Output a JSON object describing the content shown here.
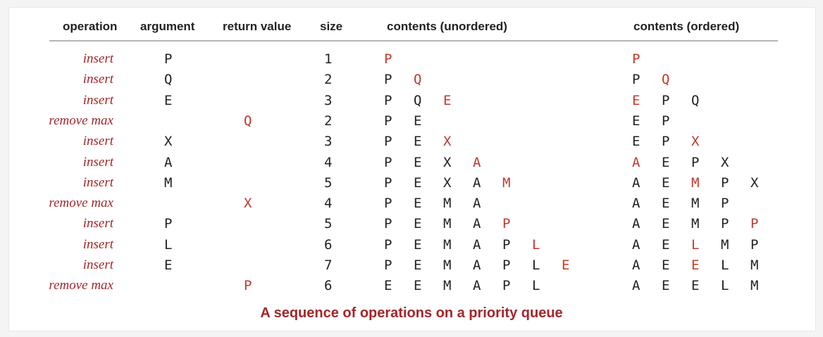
{
  "headers": {
    "operation": "operation",
    "argument": "argument",
    "return_value": "return value",
    "size": "size",
    "contents_unordered": "contents (unordered)",
    "contents_ordered": "contents (ordered)"
  },
  "rows": [
    {
      "op": "insert",
      "arg": "P",
      "ret": "",
      "size": "1",
      "unordered": [
        {
          "c": "P",
          "h": true
        }
      ],
      "ordered": [
        {
          "c": "P",
          "h": true
        }
      ]
    },
    {
      "op": "insert",
      "arg": "Q",
      "ret": "",
      "size": "2",
      "unordered": [
        {
          "c": "P",
          "h": false
        },
        {
          "c": "Q",
          "h": true
        }
      ],
      "ordered": [
        {
          "c": "P",
          "h": false
        },
        {
          "c": "Q",
          "h": true
        }
      ]
    },
    {
      "op": "insert",
      "arg": "E",
      "ret": "",
      "size": "3",
      "unordered": [
        {
          "c": "P",
          "h": false
        },
        {
          "c": "Q",
          "h": false
        },
        {
          "c": "E",
          "h": true
        }
      ],
      "ordered": [
        {
          "c": "E",
          "h": true
        },
        {
          "c": "P",
          "h": false
        },
        {
          "c": "Q",
          "h": false
        }
      ]
    },
    {
      "op": "remove max",
      "arg": "",
      "ret": "Q",
      "size": "2",
      "unordered": [
        {
          "c": "P",
          "h": false
        },
        {
          "c": "E",
          "h": false
        }
      ],
      "ordered": [
        {
          "c": "E",
          "h": false
        },
        {
          "c": "P",
          "h": false
        }
      ]
    },
    {
      "op": "insert",
      "arg": "X",
      "ret": "",
      "size": "3",
      "unordered": [
        {
          "c": "P",
          "h": false
        },
        {
          "c": "E",
          "h": false
        },
        {
          "c": "X",
          "h": true
        }
      ],
      "ordered": [
        {
          "c": "E",
          "h": false
        },
        {
          "c": "P",
          "h": false
        },
        {
          "c": "X",
          "h": true
        }
      ]
    },
    {
      "op": "insert",
      "arg": "A",
      "ret": "",
      "size": "4",
      "unordered": [
        {
          "c": "P",
          "h": false
        },
        {
          "c": "E",
          "h": false
        },
        {
          "c": "X",
          "h": false
        },
        {
          "c": "A",
          "h": true
        }
      ],
      "ordered": [
        {
          "c": "A",
          "h": true
        },
        {
          "c": "E",
          "h": false
        },
        {
          "c": "P",
          "h": false
        },
        {
          "c": "X",
          "h": false
        }
      ]
    },
    {
      "op": "insert",
      "arg": "M",
      "ret": "",
      "size": "5",
      "unordered": [
        {
          "c": "P",
          "h": false
        },
        {
          "c": "E",
          "h": false
        },
        {
          "c": "X",
          "h": false
        },
        {
          "c": "A",
          "h": false
        },
        {
          "c": "M",
          "h": true
        }
      ],
      "ordered": [
        {
          "c": "A",
          "h": false
        },
        {
          "c": "E",
          "h": false
        },
        {
          "c": "M",
          "h": true
        },
        {
          "c": "P",
          "h": false
        },
        {
          "c": "X",
          "h": false
        }
      ]
    },
    {
      "op": "remove max",
      "arg": "",
      "ret": "X",
      "size": "4",
      "unordered": [
        {
          "c": "P",
          "h": false
        },
        {
          "c": "E",
          "h": false
        },
        {
          "c": "M",
          "h": false
        },
        {
          "c": "A",
          "h": false
        }
      ],
      "ordered": [
        {
          "c": "A",
          "h": false
        },
        {
          "c": "E",
          "h": false
        },
        {
          "c": "M",
          "h": false
        },
        {
          "c": "P",
          "h": false
        }
      ]
    },
    {
      "op": "insert",
      "arg": "P",
      "ret": "",
      "size": "5",
      "unordered": [
        {
          "c": "P",
          "h": false
        },
        {
          "c": "E",
          "h": false
        },
        {
          "c": "M",
          "h": false
        },
        {
          "c": "A",
          "h": false
        },
        {
          "c": "P",
          "h": true
        }
      ],
      "ordered": [
        {
          "c": "A",
          "h": false
        },
        {
          "c": "E",
          "h": false
        },
        {
          "c": "M",
          "h": false
        },
        {
          "c": "P",
          "h": false
        },
        {
          "c": "P",
          "h": true
        }
      ]
    },
    {
      "op": "insert",
      "arg": "L",
      "ret": "",
      "size": "6",
      "unordered": [
        {
          "c": "P",
          "h": false
        },
        {
          "c": "E",
          "h": false
        },
        {
          "c": "M",
          "h": false
        },
        {
          "c": "A",
          "h": false
        },
        {
          "c": "P",
          "h": false
        },
        {
          "c": "L",
          "h": true
        }
      ],
      "ordered": [
        {
          "c": "A",
          "h": false
        },
        {
          "c": "E",
          "h": false
        },
        {
          "c": "L",
          "h": true
        },
        {
          "c": "M",
          "h": false
        },
        {
          "c": "P",
          "h": false
        }
      ]
    },
    {
      "op": "insert",
      "arg": "E",
      "ret": "",
      "size": "7",
      "unordered": [
        {
          "c": "P",
          "h": false
        },
        {
          "c": "E",
          "h": false
        },
        {
          "c": "M",
          "h": false
        },
        {
          "c": "A",
          "h": false
        },
        {
          "c": "P",
          "h": false
        },
        {
          "c": "L",
          "h": false
        },
        {
          "c": "E",
          "h": true
        }
      ],
      "ordered": [
        {
          "c": "A",
          "h": false
        },
        {
          "c": "E",
          "h": false
        },
        {
          "c": "E",
          "h": true
        },
        {
          "c": "L",
          "h": false
        },
        {
          "c": "M",
          "h": false
        }
      ]
    },
    {
      "op": "remove max",
      "arg": "",
      "ret": "P",
      "size": "6",
      "unordered": [
        {
          "c": "E",
          "h": false
        },
        {
          "c": "E",
          "h": false
        },
        {
          "c": "M",
          "h": false
        },
        {
          "c": "A",
          "h": false
        },
        {
          "c": "P",
          "h": false
        },
        {
          "c": "L",
          "h": false
        }
      ],
      "ordered": [
        {
          "c": "A",
          "h": false
        },
        {
          "c": "E",
          "h": false
        },
        {
          "c": "E",
          "h": false
        },
        {
          "c": "L",
          "h": false
        },
        {
          "c": "M",
          "h": false
        }
      ]
    }
  ],
  "caption": "A sequence of operations on a priority queue",
  "colors": {
    "highlight": "#c0392b",
    "operation": "#a3262a",
    "text": "#222222",
    "rule": "#b5b5b5"
  }
}
